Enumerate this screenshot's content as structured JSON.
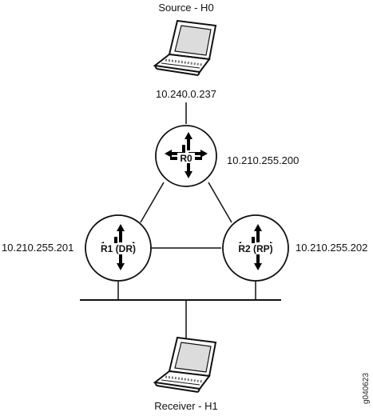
{
  "source_label": "Source - H0",
  "source_ip": "10.240.0.237",
  "receiver_label": "Receiver - H1",
  "figure_id": "g040623",
  "routers": {
    "r0": {
      "name": "R0",
      "ip": "10.210.255.200"
    },
    "r1": {
      "name": "R1 (DR)",
      "ip": "10.210.255.201"
    },
    "r2": {
      "name": "R2 (RP)",
      "ip": "10.210.255.202"
    }
  },
  "icons": {
    "host": "laptop-icon",
    "router": "router-icon"
  }
}
